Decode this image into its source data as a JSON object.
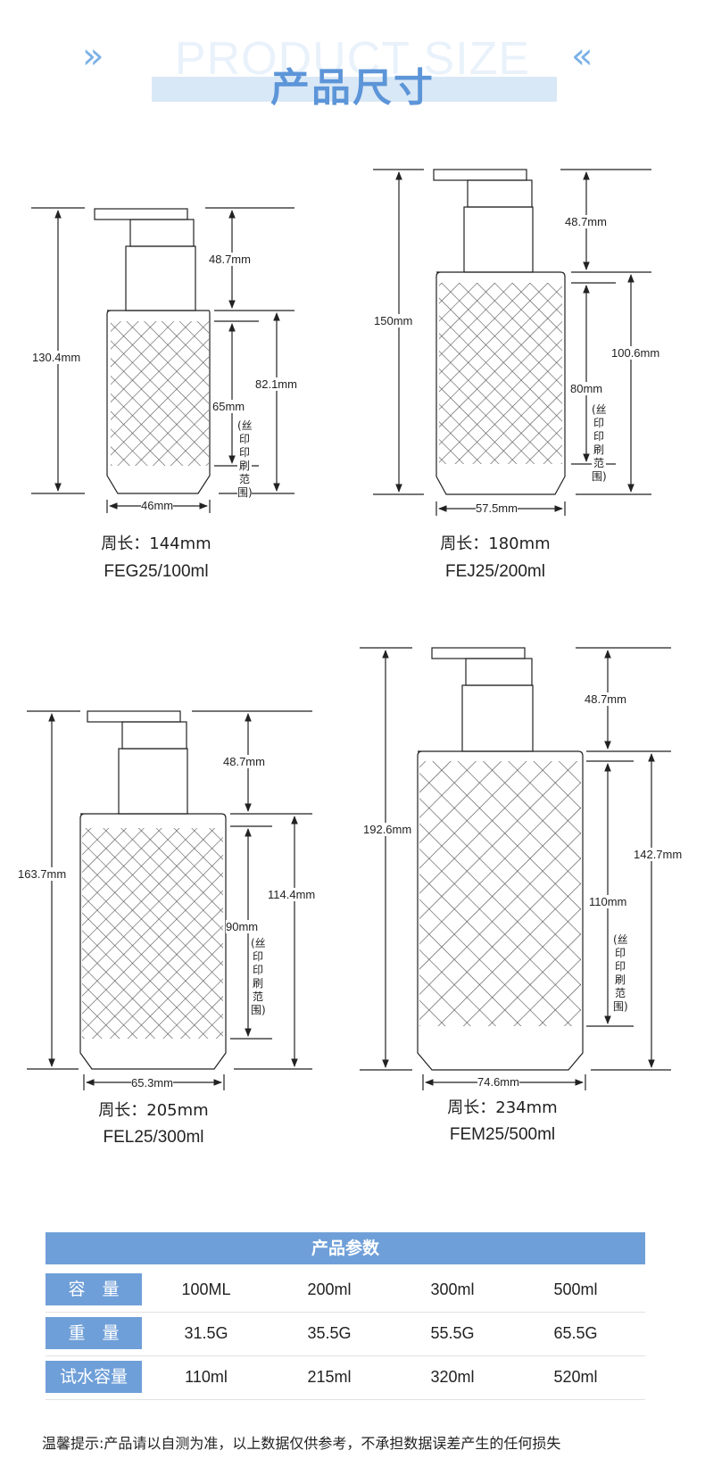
{
  "header": {
    "title_en": "PRODUCT SIZE",
    "title_cn": "产品尺寸",
    "chevron_left": "»",
    "chevron_right": "«"
  },
  "products": [
    {
      "model": "FEG25/100ml",
      "perimeter": "周长：144mm",
      "width": "46mm",
      "total_height": "130.4mm",
      "cap_height": "48.7mm",
      "body_height": "82.1mm",
      "print_height": "65mm",
      "print_label": "(丝印印刷范围)"
    },
    {
      "model": "FEJ25/200ml",
      "perimeter": "周长：180mm",
      "width": "57.5mm",
      "total_height": "150mm",
      "cap_height": "48.7mm",
      "body_height": "100.6mm",
      "print_height": "80mm",
      "print_label": "(丝印印刷范围)"
    },
    {
      "model": "FEL25/300ml",
      "perimeter": "周长：205mm",
      "width": "65.3mm",
      "total_height": "163.7mm",
      "cap_height": "48.7mm",
      "body_height": "114.4mm",
      "print_height": "90mm",
      "print_label": "(丝印印刷范围)"
    },
    {
      "model": "FEM25/500ml",
      "perimeter": "周长：234mm",
      "width": "74.6mm",
      "total_height": "192.6mm",
      "cap_height": "48.7mm",
      "body_height": "142.7mm",
      "print_height": "110mm",
      "print_label": "(丝印印刷范围)"
    }
  ],
  "params": {
    "title": "产品参数",
    "rows": [
      {
        "label": "容　量",
        "values": [
          "100ML",
          "200ml",
          "300ml",
          "500ml"
        ]
      },
      {
        "label": "重　量",
        "values": [
          "31.5G",
          "35.5G",
          "55.5G",
          "65.5G"
        ]
      },
      {
        "label": "试水容量",
        "values": [
          "110ml",
          "215ml",
          "320ml",
          "520ml"
        ]
      }
    ]
  },
  "note": "温馨提示:产品请以自测为准，以上数据仅供参考，不承担数据误差产生的任何损失"
}
